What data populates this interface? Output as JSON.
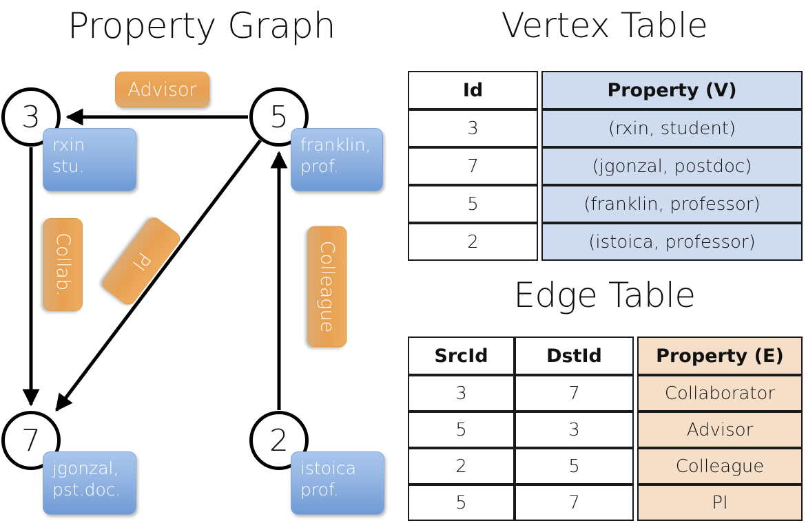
{
  "titles": {
    "property_graph": "Property Graph",
    "vertex_table": "Vertex Table",
    "edge_table": "Edge Table"
  },
  "graph": {
    "nodes": [
      {
        "id": "3",
        "property_lines": [
          "rxin",
          "stu."
        ]
      },
      {
        "id": "5",
        "property_lines": [
          "franklin,",
          "prof."
        ]
      },
      {
        "id": "7",
        "property_lines": [
          "jgonzal,",
          "pst.doc."
        ]
      },
      {
        "id": "2",
        "property_lines": [
          "istoica",
          "prof."
        ]
      }
    ],
    "edge_labels": [
      {
        "name": "advisor",
        "text": "Advisor"
      },
      {
        "name": "collab",
        "text": "Collab."
      },
      {
        "name": "pi",
        "text": "PI"
      },
      {
        "name": "colleague",
        "text": "Colleague"
      }
    ]
  },
  "vertex_table": {
    "headers": [
      "Id",
      "Property (V)"
    ],
    "rows": [
      {
        "id": "3",
        "property": "(rxin, student)"
      },
      {
        "id": "7",
        "property": "(jgonzal, postdoc)"
      },
      {
        "id": "5",
        "property": "(franklin, professor)"
      },
      {
        "id": "2",
        "property": "(istoica, professor)"
      }
    ]
  },
  "edge_table": {
    "headers": [
      "SrcId",
      "DstId",
      "Property (E)"
    ],
    "rows": [
      {
        "src": "3",
        "dst": "7",
        "property": "Collaborator"
      },
      {
        "src": "5",
        "dst": "3",
        "property": "Advisor"
      },
      {
        "src": "2",
        "dst": "5",
        "property": "Colleague"
      },
      {
        "src": "5",
        "dst": "7",
        "property": "PI"
      }
    ]
  },
  "colors": {
    "vertex_property_fill": "#cfdcef",
    "edge_property_fill": "#f6dfc8",
    "node_property_box": "#94b5e3",
    "edge_label_box": "#e8a051"
  }
}
